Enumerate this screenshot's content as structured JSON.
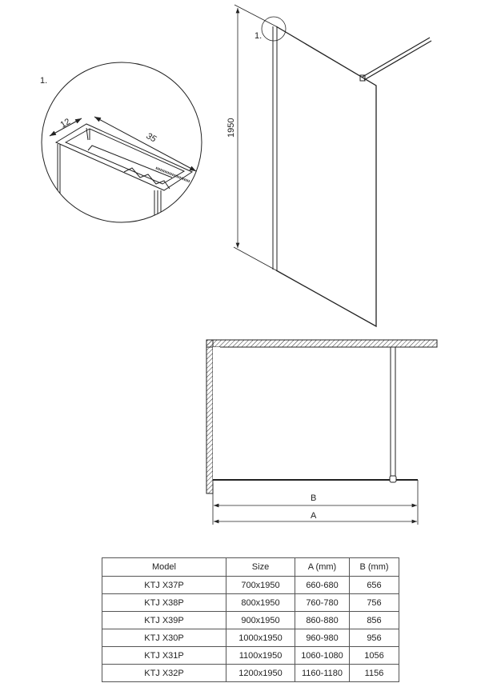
{
  "detail": {
    "label": "1.",
    "dim_width": "12",
    "dim_length": "35"
  },
  "elevation": {
    "height_label": "1950",
    "detail_ref": "1."
  },
  "plan": {
    "dim_b": "B",
    "dim_a": "A"
  },
  "table": {
    "headers": [
      "Model",
      "Size",
      "A (mm)",
      "B (mm)"
    ],
    "rows": [
      [
        "KTJ X37P",
        "700x1950",
        "660-680",
        "656"
      ],
      [
        "KTJ X38P",
        "800x1950",
        "760-780",
        "756"
      ],
      [
        "KTJ X39P",
        "900x1950",
        "860-880",
        "856"
      ],
      [
        "KTJ X30P",
        "1000x1950",
        "960-980",
        "956"
      ],
      [
        "KTJ X31P",
        "1100x1950",
        "1060-1080",
        "1056"
      ],
      [
        "KTJ X32P",
        "1200x1950",
        "1160-1180",
        "1156"
      ]
    ]
  }
}
